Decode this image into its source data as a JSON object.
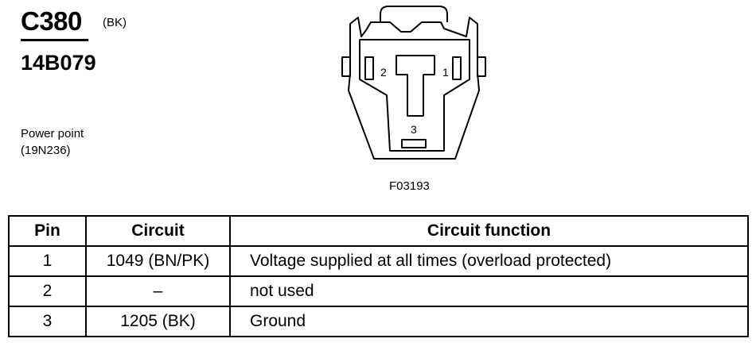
{
  "connector": {
    "id": "C380",
    "color": "(BK)",
    "part_number": "14B079",
    "description_line1": "Power point",
    "description_line2": "(19N236)"
  },
  "figure": {
    "id": "F03193",
    "pin_labels": [
      "1",
      "2",
      "3"
    ]
  },
  "table": {
    "headers": [
      "Pin",
      "Circuit",
      "Circuit function"
    ],
    "rows": [
      {
        "pin": "1",
        "circuit": "1049 (BN/PK)",
        "function": "Voltage supplied at all times (overload protected)"
      },
      {
        "pin": "2",
        "circuit": "–",
        "function": "not used"
      },
      {
        "pin": "3",
        "circuit": "1205 (BK)",
        "function": "Ground"
      }
    ]
  }
}
